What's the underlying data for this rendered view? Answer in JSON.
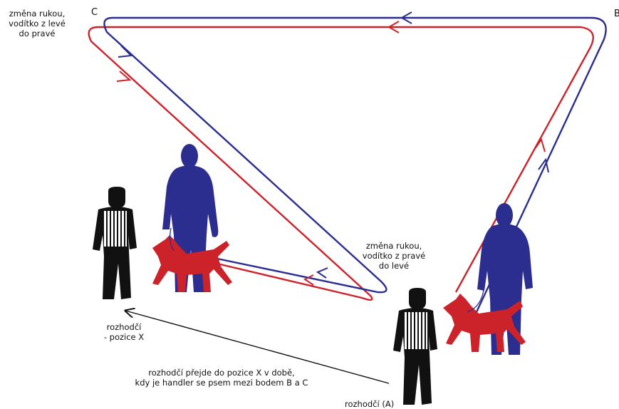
{
  "points": {
    "c": "C",
    "b": "B"
  },
  "labels": {
    "corner_c": [
      "změna rukou,",
      "vodítko z levé",
      "do pravé"
    ],
    "turn_middle": [
      "změna rukou,",
      "vodítko z pravé",
      "do levé"
    ],
    "judge_x": [
      "rozhodčí",
      "- pozice X"
    ],
    "judge_move": [
      "rozhodčí přejde do pozice X v době,",
      "kdy je handler se psem mezi bodem B a C"
    ],
    "judge_a": "rozhodčí (A)"
  },
  "colors": {
    "handler": "#2b2d8f",
    "dog": "#cc2229",
    "red_path": "#cc2229",
    "blue_path": "#2b2d8f",
    "judge": "#111111",
    "judge_move_arrow": "#111111"
  }
}
